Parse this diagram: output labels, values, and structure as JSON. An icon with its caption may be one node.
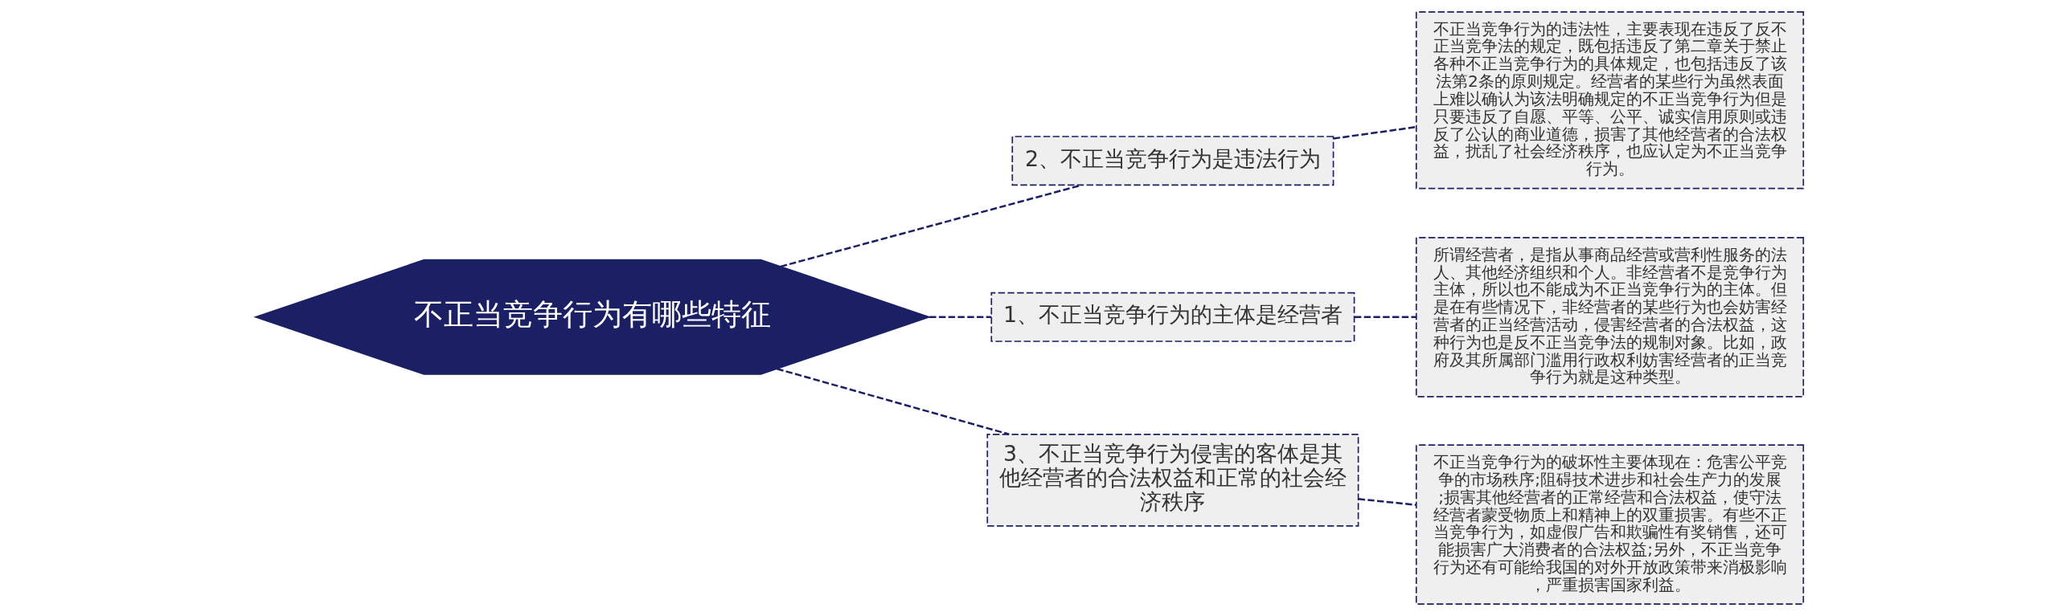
{
  "diagram": {
    "nodes": [
      {
        "text": [
          "不正当竞争行为的违法性，主要表现在违反了反不正当竞争法的规定，既包括违反了第二章关于禁止各种不正当竞争行为的具体规定，也包括违反了该法第2条的原则规定。经营者的某些行为虽然表面上难以确认为该法明确规定的不正当竞争行为但是只要违反了自愿、平等、公平、诚实信用原则或违反了公认的商业道德，损害了其他经营者的合法权益，扰乱了社会经济秩序，也应认定为不正当竞争行为。"
        ]
      },
      {
        "text": [
          "2、不正当竞争行为是违法行为"
        ]
      },
      {
        "text": [
          "不正当竞争行为有哪些特征"
        ]
      },
      {
        "text": [
          "1、不正当竞争行为的主体是经营者"
        ]
      },
      {
        "text": [
          "所谓经营者，是指从事商品经营或营利性服务的法人、其他经济组织和个人。非经营者不是竞争行为主体，所以也不能成为不正当竞争行为的主体。但是在有些情况下，非经营者的某些行为也会妨害经营者的正当经营活动，侵害经营者的合法权益，这种行为也是反不正当竞争法的规制对象。比如，政府及其所属部门滥用行政权利妨害经营者的正当竞争行为就是这种类型。"
        ]
      },
      {
        "text": [
          "3、不正当竞争行为侵害的客体是其他经营者的合法权益和正常的社会经济秩序"
        ]
      },
      {
        "text": [
          "不正当竞争行为的破坏性主要体现在：危害公平竞争的市场秩序;阻碍技术进步和社会生产力的发展;损害其他经营者的正常经营和合法权益，使守法经营者蒙受物质上和精神上的双重损害。有些不正当竞争行为，如虚假广告和欺骗性有奖销售，还可能损害广大消费者的合法权益;另外，不正当竞争行为还有可能给我国的对外开放政策带来消极影响，严重损害国家利益。"
        ]
      }
    ],
    "edges": [
      {
        "from": 2,
        "to": 3,
        "arrow": "none",
        "style": "dashed"
      },
      {
        "from": 2,
        "to": 1,
        "arrow": "none",
        "style": "dashed"
      },
      {
        "from": 2,
        "to": 5,
        "arrow": "none",
        "style": "dashed"
      },
      {
        "from": 3,
        "to": 4,
        "arrow": "none",
        "style": "dashed"
      },
      {
        "from": 1,
        "to": 0,
        "arrow": "none",
        "style": "dashed"
      },
      {
        "from": 5,
        "to": 6,
        "arrow": "none",
        "style": "dashed"
      }
    ]
  }
}
